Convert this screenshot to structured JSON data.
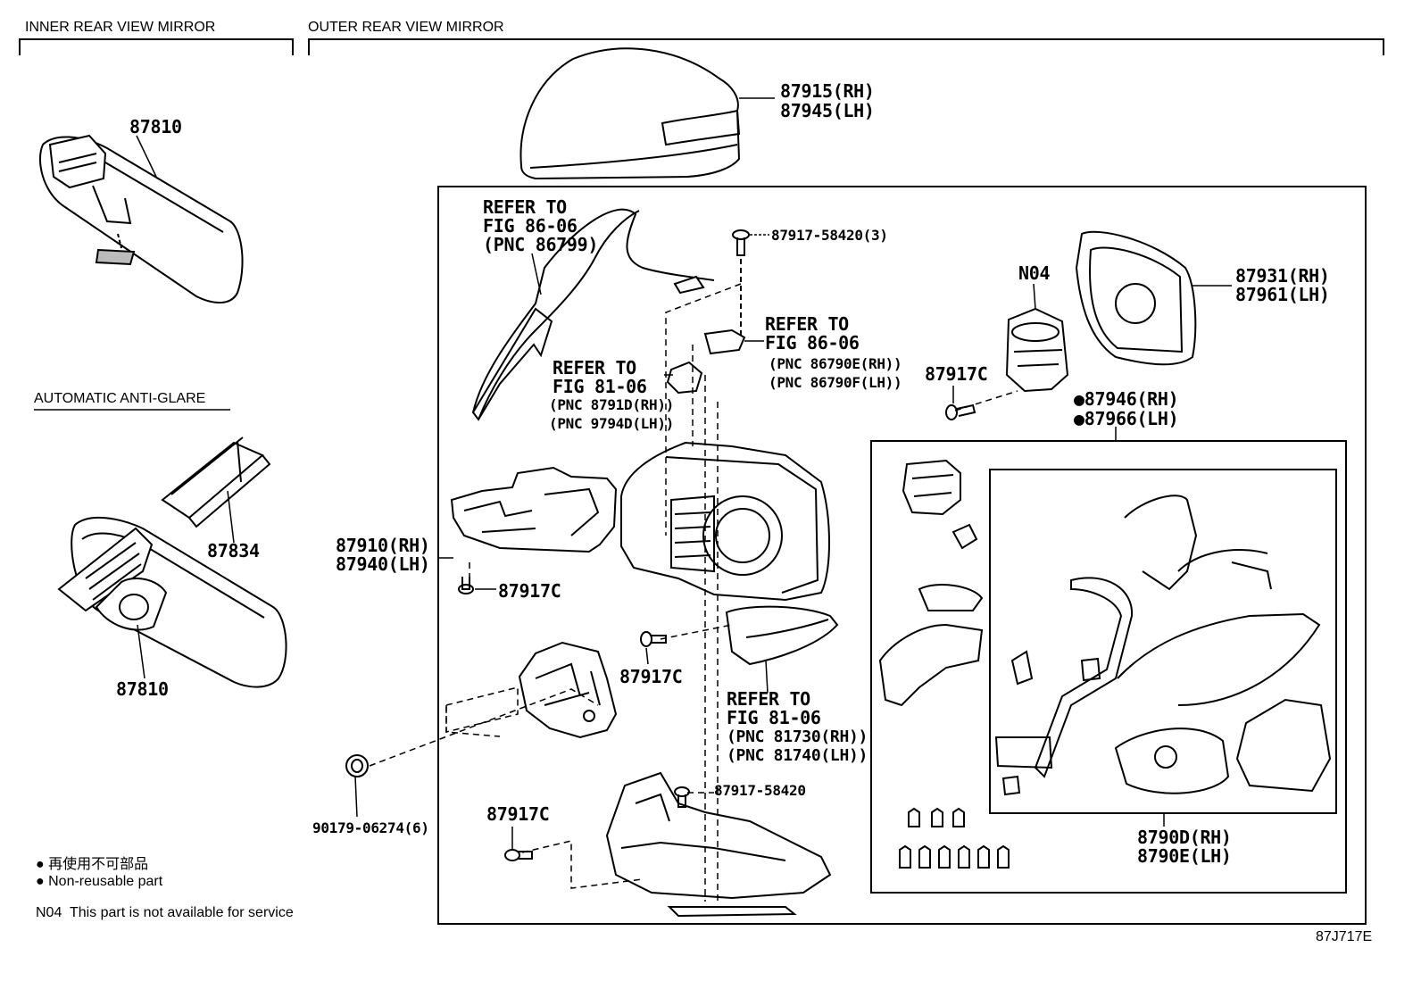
{
  "sections": {
    "inner": "INNER REAR VIEW MIRROR",
    "outer": "OUTER REAR VIEW MIRROR",
    "auto": "AUTOMATIC ANTI-GLARE"
  },
  "labels": {
    "p87810_top": "87810",
    "p87810_bottom": "87810",
    "p87834": "87834",
    "cover": [
      "87915(RH)",
      "87945(LH)"
    ],
    "refer_86799": [
      "REFER TO",
      "FIG 86-06",
      "(PNC 86799)"
    ],
    "screw_58420_3": "87917-58420(3)",
    "refer_86790": [
      "REFER TO",
      "FIG 86-06"
    ],
    "refer_86790_pnc": [
      "(PNC 86790E(RH))",
      "(PNC 86790F(LH))"
    ],
    "refer_8791": [
      "REFER TO",
      "FIG 81-06"
    ],
    "refer_8791_pnc": [
      "(PNC 8791D(RH))",
      "(PNC 9794D(LH))"
    ],
    "n04": "N04",
    "mirror": [
      "87931(RH)",
      "87961(LH)"
    ],
    "c_right": "87917C",
    "actuator": [
      "●87946(RH)",
      "●87966(LH)"
    ],
    "body": [
      "87910(RH)",
      "87940(LH)"
    ],
    "c_left": "87917C",
    "c_mid": "87917C",
    "refer_81730": [
      "REFER TO",
      "FIG 81-06",
      "(PNC 81730(RH))",
      "(PNC 81740(LH))"
    ],
    "screw_58420": "87917-58420",
    "c_bottom": "87917C",
    "clip": "90179-06274(6)",
    "harness": [
      "8790D(RH)",
      "8790E(LH)"
    ]
  },
  "legend": {
    "jp": "● 再使用不可部品",
    "en": "● Non-reusable part",
    "n04": "N04  This part is not available for service"
  },
  "figure_id": "87J717E"
}
